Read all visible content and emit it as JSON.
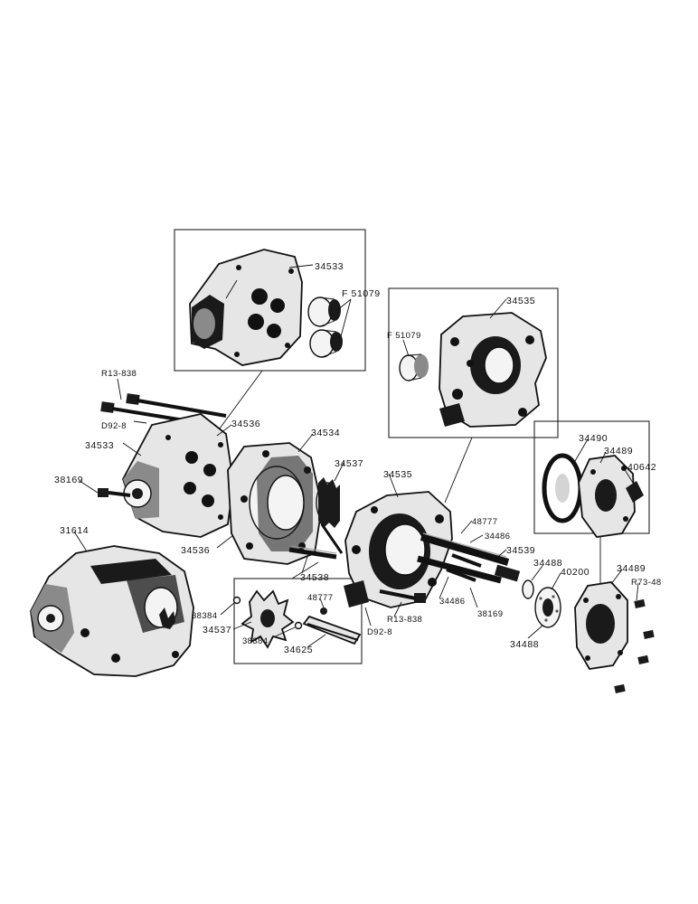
{
  "diagram": {
    "colors": {
      "ink": "#111111",
      "paper": "#ffffff",
      "shade": "#8a8a8a"
    },
    "labels": {
      "p34533_top": "34533",
      "f51079_top": "F 51079",
      "p34535_top": "34535",
      "f51079_right": "F 51079",
      "r13838_left": "R13-838",
      "d928_left": "D92-8",
      "p34533_left": "34533",
      "p34536_upper": "34536",
      "p34534": "34534",
      "p34537_upper": "34537",
      "p34535_mid": "34535",
      "p34490": "34490",
      "p34489_upper": "34489",
      "p40642": "40642",
      "p38169_left": "38169",
      "p48777_upper": "48777",
      "p34486_upper": "34486",
      "p34539": "34539",
      "p31614": "31614",
      "p34536_lower": "34536",
      "p34538": "34538",
      "p34488_upper": "34488",
      "p40200": "40200",
      "p34489_lower": "34489",
      "r7348": "R73-48",
      "p48777_lower": "48777",
      "p38384_left": "38384",
      "p34537_lower": "34537",
      "p38384_bottom": "38384",
      "p34625": "34625",
      "p34486_lower": "34486",
      "r13838_bottom": "R13-838",
      "p38169_bottom": "38169",
      "d928_bottom": "D92-8",
      "p34488_lower": "34488"
    }
  }
}
